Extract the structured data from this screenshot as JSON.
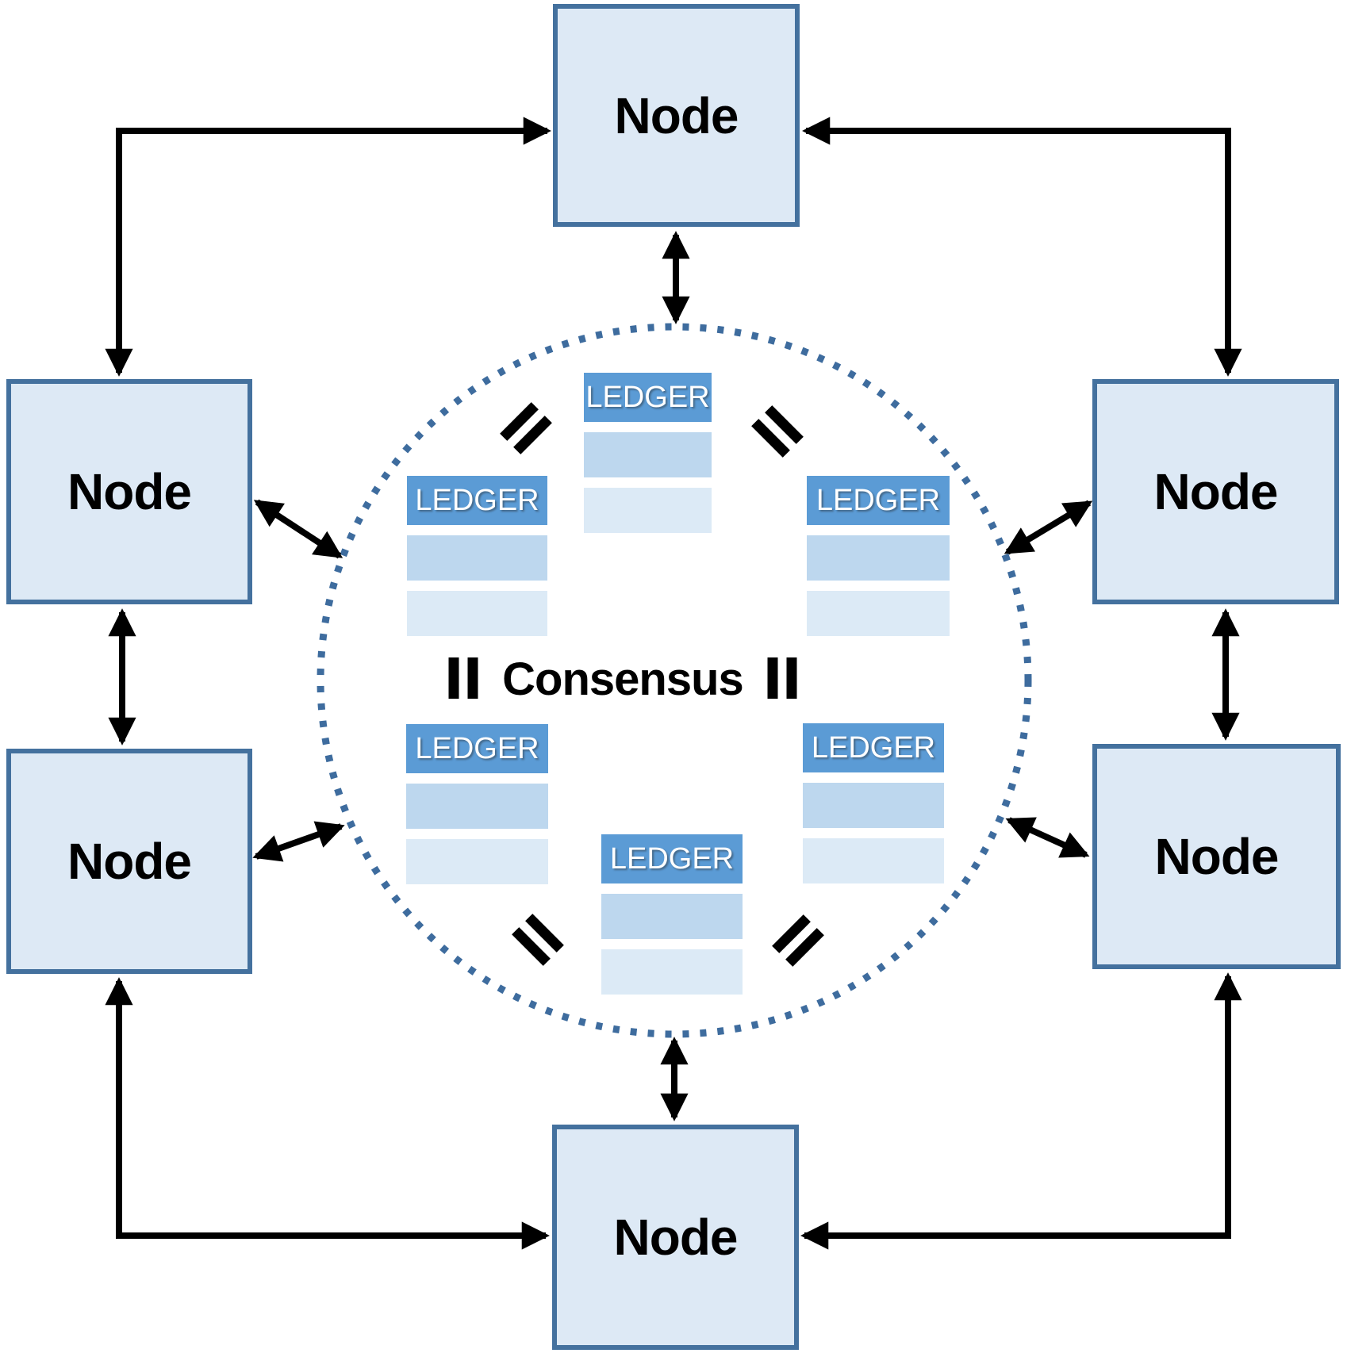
{
  "nodes": [
    {
      "id": "top",
      "label": "Node"
    },
    {
      "id": "left-upper",
      "label": "Node"
    },
    {
      "id": "left-lower",
      "label": "Node"
    },
    {
      "id": "right-upper",
      "label": "Node"
    },
    {
      "id": "right-lower",
      "label": "Node"
    },
    {
      "id": "bottom",
      "label": "Node"
    }
  ],
  "center": {
    "label": "Consensus"
  },
  "ledgers": [
    {
      "position": "top",
      "label": "LEDGER",
      "rows": 2
    },
    {
      "position": "middle-left",
      "label": "LEDGER",
      "rows": 2
    },
    {
      "position": "middle-right",
      "label": "LEDGER",
      "rows": 2
    },
    {
      "position": "bottom-left",
      "label": "LEDGER",
      "rows": 2
    },
    {
      "position": "bottom-right",
      "label": "LEDGER",
      "rows": 2
    },
    {
      "position": "bottom",
      "label": "LEDGER",
      "rows": 2
    }
  ],
  "colors": {
    "node_fill": "#dde9f5",
    "node_border": "#44719e",
    "ledger_header": "#5b9bd5",
    "ledger_row_light": "#bdd7ee",
    "ledger_row_lighter": "#dceaf6",
    "circle_dots": "#3e6c9e",
    "arrow": "#000000",
    "node_text": "#000000",
    "ledger_text": "#ffffff"
  }
}
